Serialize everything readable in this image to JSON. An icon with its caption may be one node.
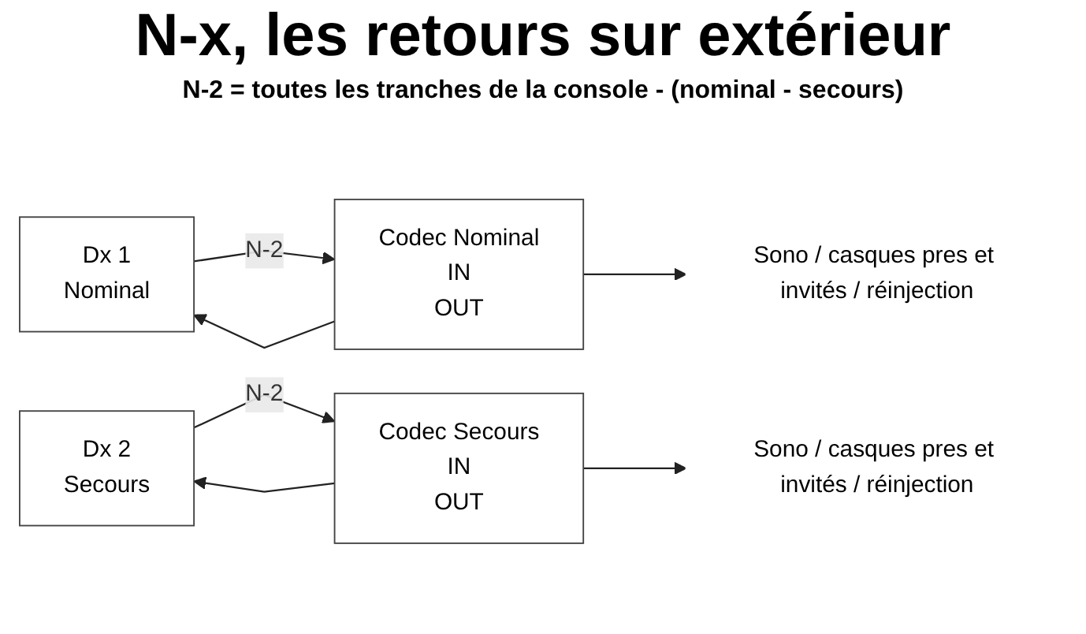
{
  "diagram": {
    "title": "N-x, les retours sur extérieur",
    "nodes": [
      {
        "text": [
          "Dx 1",
          "Nominal"
        ]
      },
      {
        "text": [
          "Dx 2",
          "Secours"
        ]
      },
      {
        "text": [
          "Codec Secours",
          "IN",
          "OUT"
        ]
      },
      {
        "text": [
          "Sono / casques pres et invités / réinjection"
        ]
      },
      {
        "text": [
          "Codec Nominal",
          "IN",
          "OUT"
        ]
      },
      {
        "text": [
          "Sono / casques pres et invités / réinjection"
        ]
      }
    ],
    "edges": [
      {
        "from": 1,
        "to": 2,
        "arrow": "to",
        "label": "N-2"
      },
      {
        "from": 2,
        "to": 1,
        "arrow": "to"
      },
      {
        "from": 0,
        "to": 4,
        "arrow": "to",
        "label": "N-2"
      },
      {
        "from": 4,
        "to": 0,
        "arrow": "to"
      },
      {
        "from": 2,
        "to": 3,
        "arrow": "to"
      },
      {
        "from": 4,
        "to": 5,
        "arrow": "to"
      }
    ],
    "labels": [
      "N-2 = toutes les tranches de la console - (nominal - secours)"
    ]
  }
}
